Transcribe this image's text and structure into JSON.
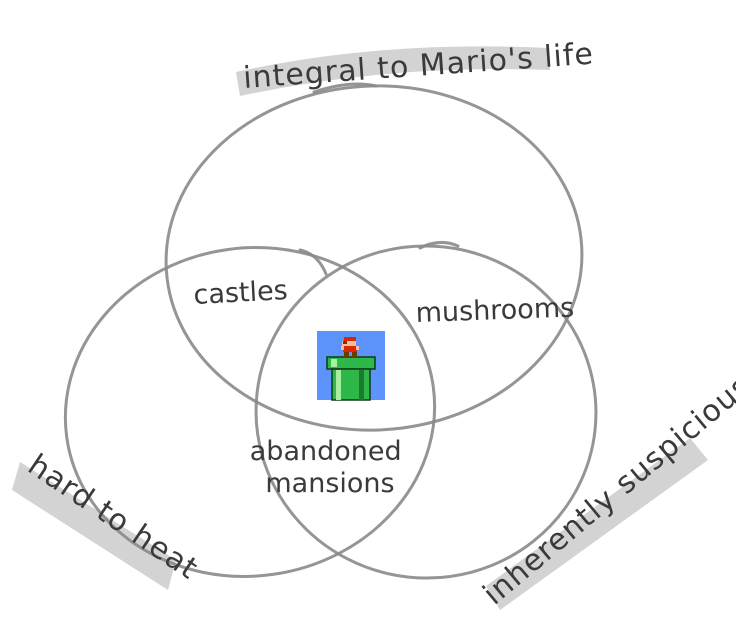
{
  "diagram": {
    "sets": [
      {
        "label": "integral to Mario's life"
      },
      {
        "label": "hard to heat"
      },
      {
        "label": "inherently suspicious"
      }
    ],
    "regions": {
      "top_left": "castles",
      "top_right": "mushrooms",
      "bottom": "abandoned mansions"
    },
    "center_image": "mario-on-pipe-icon",
    "colors": {
      "stroke": "#8a8a8a",
      "text": "#3a3a3a",
      "sky": "#5c94fc",
      "pipe": "#2fb84a"
    }
  }
}
